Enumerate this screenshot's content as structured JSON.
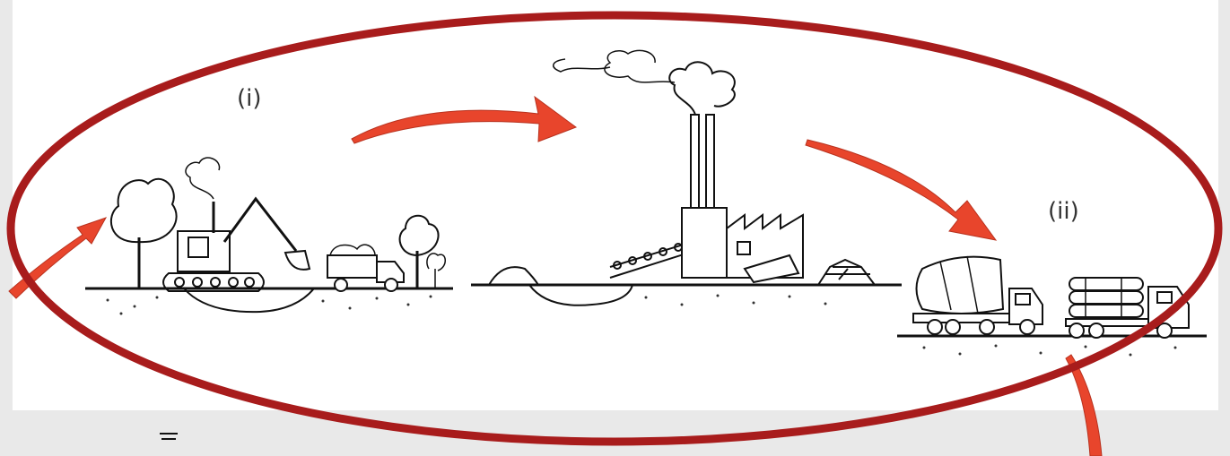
{
  "diagram": {
    "stages": [
      {
        "id": "extraction",
        "label": "(i)"
      },
      {
        "id": "manufacturing",
        "label": ""
      },
      {
        "id": "transport",
        "label": "(ii)"
      }
    ],
    "colors": {
      "background": "#e9e9e9",
      "panel": "#ffffff",
      "ellipse_outline": "#a81c1c",
      "arrow": "#e8452c",
      "ink": "#111111"
    },
    "icons": [
      "tree-icon",
      "excavator-icon",
      "dump-truck-icon",
      "factory-icon",
      "conveyor-icon",
      "brick-pile-icon",
      "cement-mixer-truck-icon",
      "pipe-truck-icon"
    ]
  }
}
